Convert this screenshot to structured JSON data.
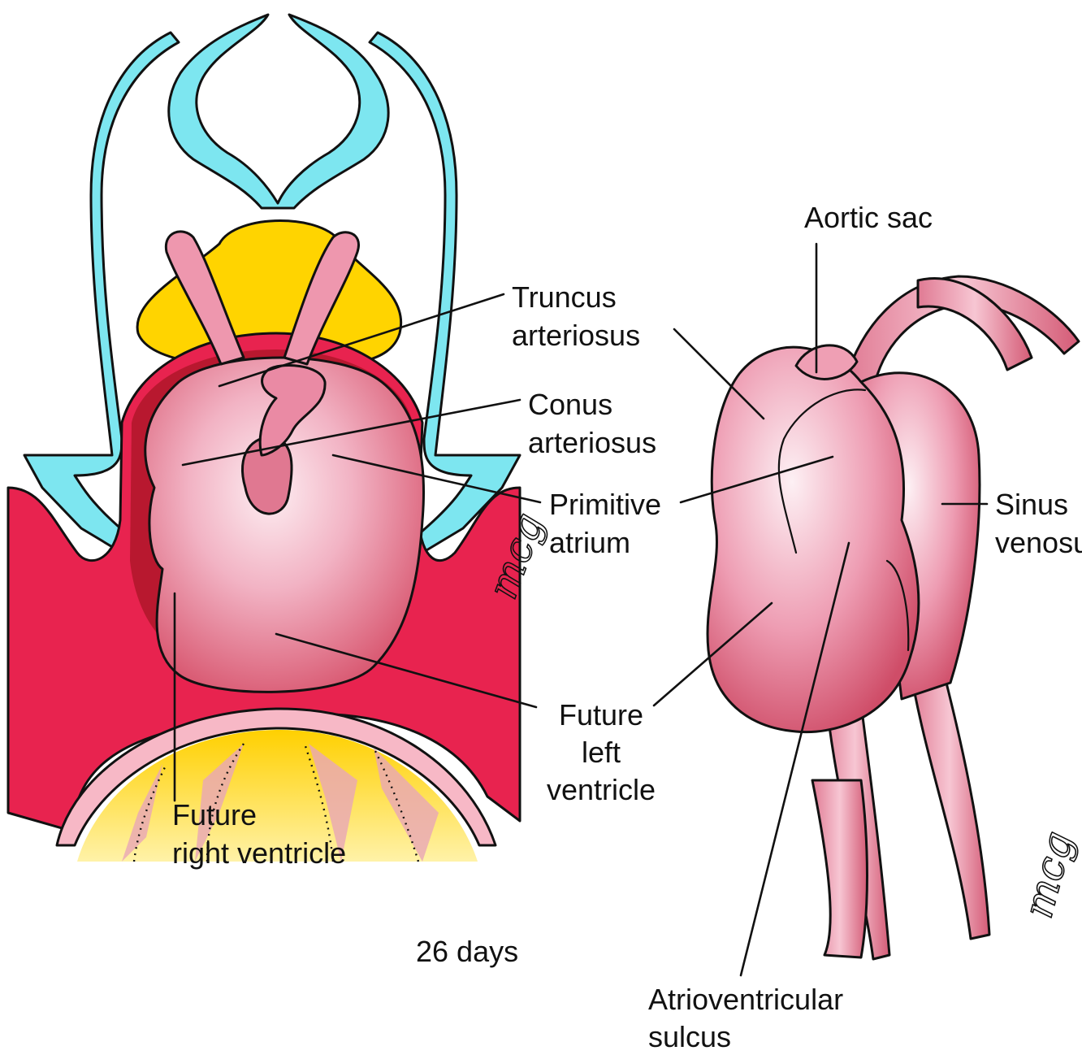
{
  "figure": {
    "caption": "26 days",
    "signature": "mcg",
    "colors": {
      "neural_tube": "#7de6f0",
      "yolk": "#ffd400",
      "pericardial_wall": "#e8234f",
      "heart_tube": "#e98aa3",
      "heart_highlight": "#fbe3ea",
      "endoderm": "#f7b8c6"
    }
  },
  "labels": {
    "truncus_line1": "Truncus",
    "truncus_line2": "arteriosus",
    "conus_line1": "Conus",
    "conus_line2": "arteriosus",
    "primitive_line1": "Primitive",
    "primitive_line2": "atrium",
    "future_left_line1": "Future",
    "future_left_line2": "left",
    "future_left_line3": "ventricle",
    "future_right_line1": "Future",
    "future_right_line2": "right ventricle",
    "aortic_sac": "Aortic sac",
    "sinus_line1": "Sinus",
    "sinus_line2": "venosus",
    "av_line1": "Atrioventricular",
    "av_line2": "sulcus"
  }
}
